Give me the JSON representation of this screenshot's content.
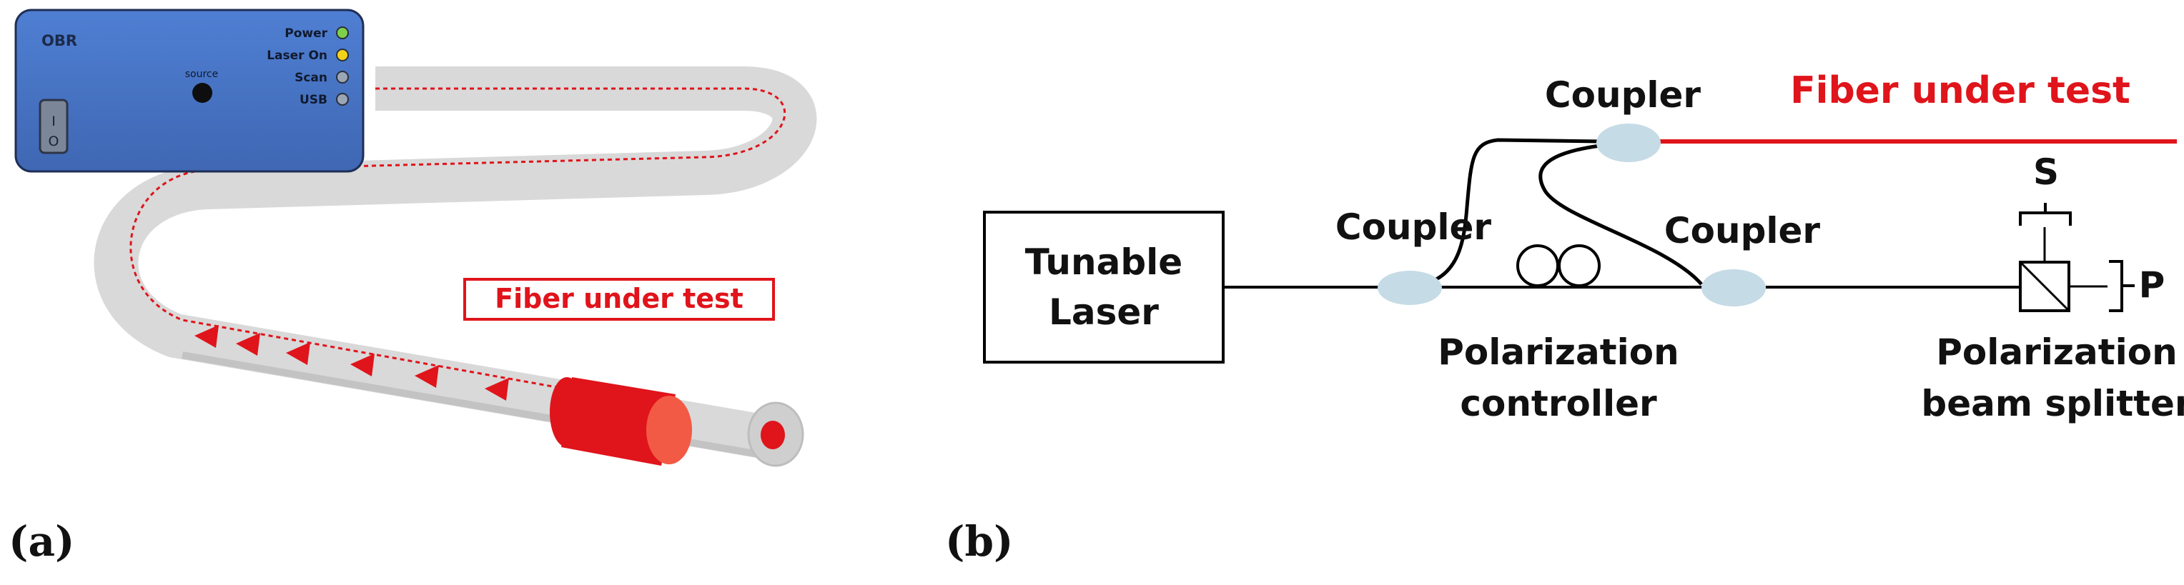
{
  "panel_a": {
    "device": {
      "name": "OBR",
      "source_label": "source",
      "indicators": [
        {
          "label": "Power",
          "color": "#7ed04b"
        },
        {
          "label": "Laser On",
          "color": "#f5d21a"
        },
        {
          "label": "Scan",
          "color": "#9aa6b6"
        },
        {
          "label": "USB",
          "color": "#9aa6b6"
        }
      ],
      "switch_on": "I",
      "switch_off": "O",
      "body_color": "#4472c4"
    },
    "fiber_label": "Fiber under test",
    "caption": "(a)",
    "colors": {
      "fiber": "#d9d9d9",
      "core": "#e0141b",
      "arrow": "#e0141b"
    }
  },
  "panel_b": {
    "laser": "Tunable Laser",
    "laser_lines": [
      "Tunable",
      "Laser"
    ],
    "coupler_left": "Coupler",
    "coupler_top": "Coupler",
    "coupler_right": "Coupler",
    "fiber_label": "Fiber under test",
    "pc_lines": [
      "Polarization",
      "controller"
    ],
    "pbs_lines": [
      "Polarization",
      "beam splitter"
    ],
    "s_label": "S",
    "p_label": "P",
    "caption": "(b)",
    "colors": {
      "coupler": "#c5dbe6",
      "fiber_red": "#e0141b",
      "text_red": "#e0141b"
    }
  }
}
